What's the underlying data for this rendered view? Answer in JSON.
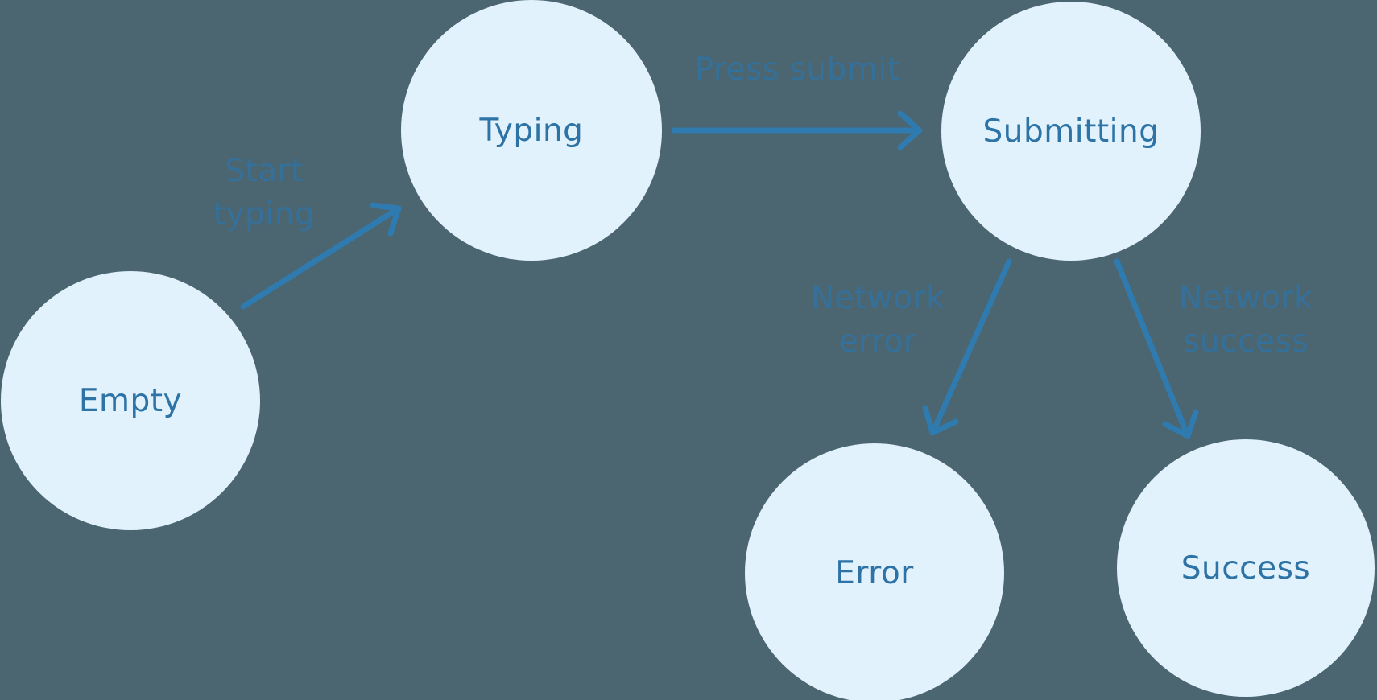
{
  "diagram": {
    "type": "state-machine",
    "nodes": [
      {
        "id": "empty",
        "label": "Empty"
      },
      {
        "id": "typing",
        "label": "Typing"
      },
      {
        "id": "submitting",
        "label": "Submitting"
      },
      {
        "id": "error",
        "label": "Error"
      },
      {
        "id": "success",
        "label": "Success"
      }
    ],
    "edges": [
      {
        "id": "start-typing",
        "from": "empty",
        "to": "typing",
        "label": "Start typing",
        "display": "Start\ntyping"
      },
      {
        "id": "press-submit",
        "from": "typing",
        "to": "submitting",
        "label": "Press submit",
        "display": "Press submit"
      },
      {
        "id": "network-error",
        "from": "submitting",
        "to": "error",
        "label": "Network error",
        "display": "Network\nerror"
      },
      {
        "id": "network-success",
        "from": "submitting",
        "to": "success",
        "label": "Network success",
        "display": "Network\nsuccess"
      }
    ]
  },
  "colors": {
    "bg": "#4b6670",
    "node-fill": "#e2f2fd",
    "node-text": "#2d73a6",
    "arrow": "#2f7aaf",
    "edge-label": "#33719d"
  }
}
